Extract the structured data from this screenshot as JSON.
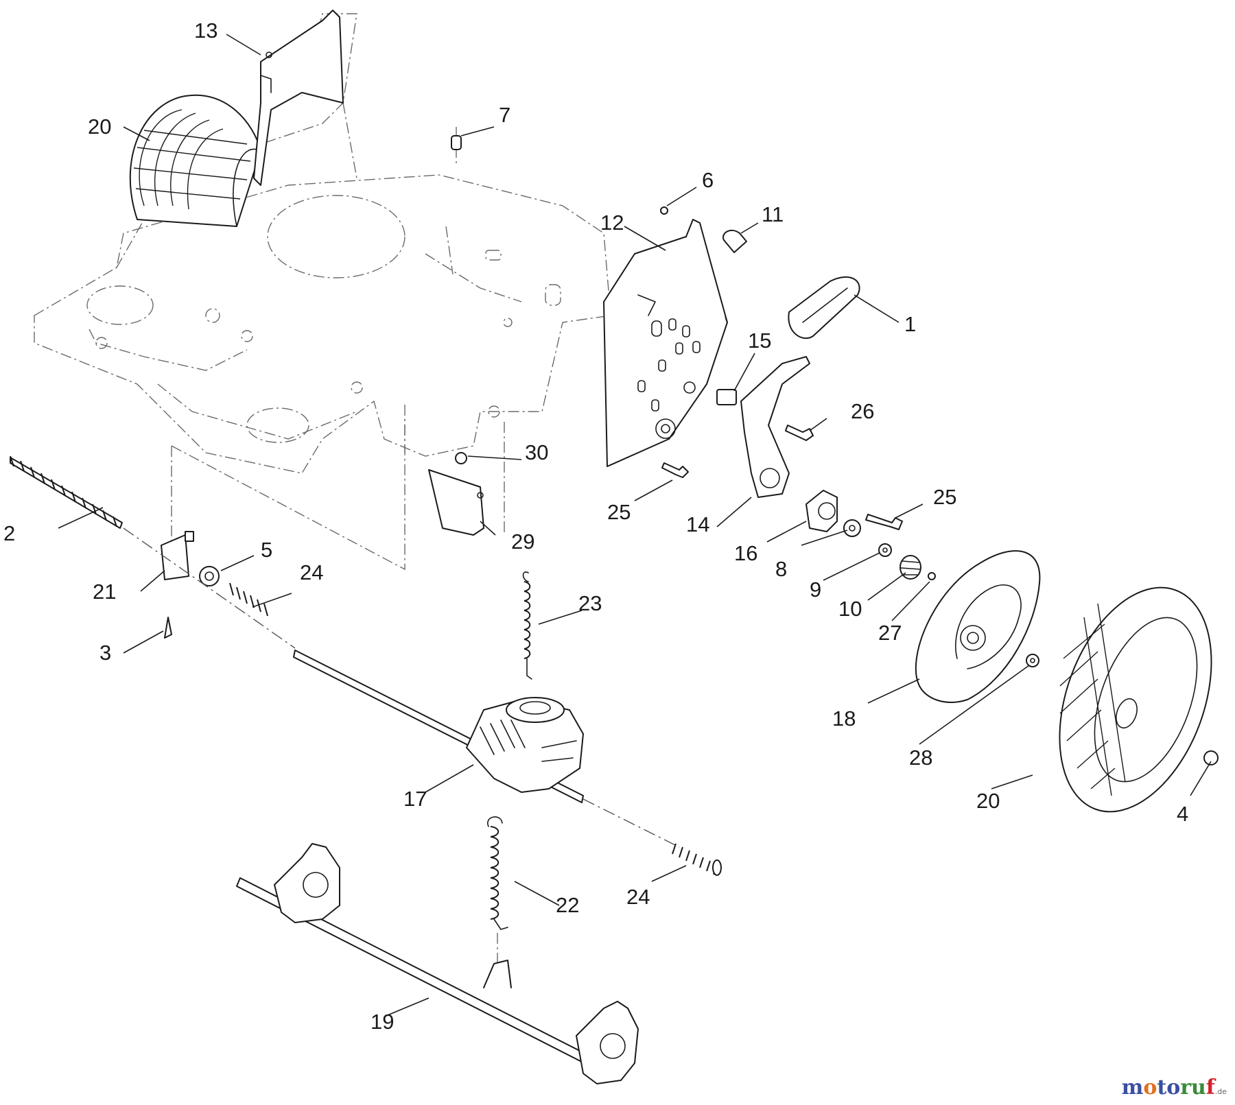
{
  "diagram": {
    "callouts": [
      {
        "id": "c1",
        "label": "1"
      },
      {
        "id": "c2",
        "label": "2"
      },
      {
        "id": "c3",
        "label": "3"
      },
      {
        "id": "c4",
        "label": "4"
      },
      {
        "id": "c5",
        "label": "5"
      },
      {
        "id": "c6",
        "label": "6"
      },
      {
        "id": "c7",
        "label": "7"
      },
      {
        "id": "c8",
        "label": "8"
      },
      {
        "id": "c9",
        "label": "9"
      },
      {
        "id": "c10",
        "label": "10"
      },
      {
        "id": "c11",
        "label": "11"
      },
      {
        "id": "c12",
        "label": "12"
      },
      {
        "id": "c13",
        "label": "13"
      },
      {
        "id": "c14",
        "label": "14"
      },
      {
        "id": "c15",
        "label": "15"
      },
      {
        "id": "c16",
        "label": "16"
      },
      {
        "id": "c17",
        "label": "17"
      },
      {
        "id": "c18",
        "label": "18"
      },
      {
        "id": "c19",
        "label": "19"
      },
      {
        "id": "c20a",
        "label": "20"
      },
      {
        "id": "c20b",
        "label": "20"
      },
      {
        "id": "c21",
        "label": "21"
      },
      {
        "id": "c22",
        "label": "22"
      },
      {
        "id": "c23",
        "label": "23"
      },
      {
        "id": "c24a",
        "label": "24"
      },
      {
        "id": "c24b",
        "label": "24"
      },
      {
        "id": "c25a",
        "label": "25"
      },
      {
        "id": "c25b",
        "label": "25"
      },
      {
        "id": "c26",
        "label": "26"
      },
      {
        "id": "c27",
        "label": "27"
      },
      {
        "id": "c28",
        "label": "28"
      },
      {
        "id": "c29",
        "label": "29"
      },
      {
        "id": "c30",
        "label": "30"
      }
    ]
  },
  "watermark": {
    "brand_part1": "m",
    "brand_part2": "o",
    "brand_part3": "to",
    "brand_part4": "ru",
    "brand_part5": "f",
    "tld": ".de"
  }
}
